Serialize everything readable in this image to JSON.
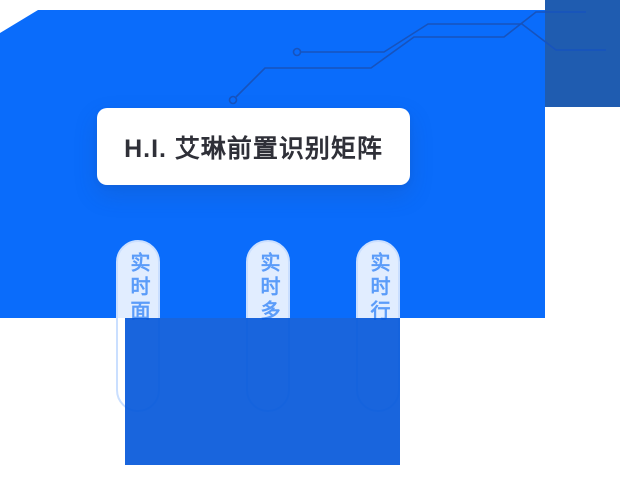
{
  "title_card": {
    "text": "H.I. 艾琳前置识别矩阵"
  },
  "pills": [
    {
      "label": "实时面"
    },
    {
      "label": "实时多"
    },
    {
      "label": "实时行"
    }
  ],
  "colors": {
    "main-blue": "#0a6cfb",
    "accent-dark-blue": "#1f5cb0",
    "lower-blue": "rgba(5,88,218,0.92)",
    "circuit-blue": "#1753bd",
    "pill-border": "#cadfff",
    "pill-text": "#5b9cf9",
    "title-text": "#2f3038"
  }
}
